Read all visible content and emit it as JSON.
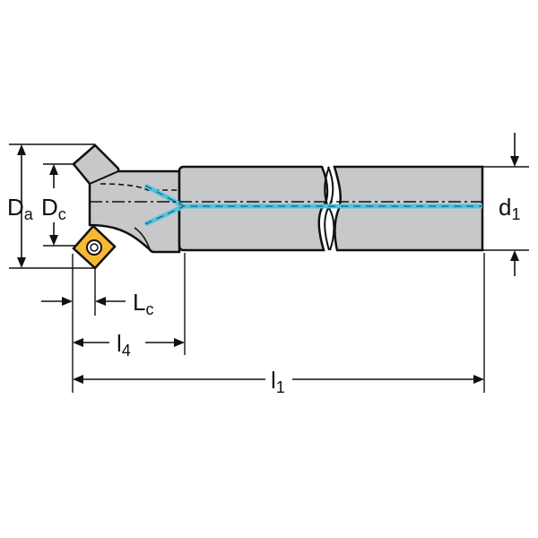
{
  "labels": {
    "Da": {
      "main": "D",
      "sub": "a"
    },
    "Dc": {
      "main": "D",
      "sub": "c"
    },
    "d1": {
      "main": "d",
      "sub": "1"
    },
    "Lc": {
      "main": "L",
      "sub": "c"
    },
    "l4": {
      "main": "l",
      "sub": "4"
    },
    "l1": {
      "main": "l",
      "sub": "1"
    }
  },
  "colors": {
    "body": "#c7c8ca",
    "outline": "#111111",
    "coolant": "#4fc3e0",
    "insert": "#f5b935"
  }
}
